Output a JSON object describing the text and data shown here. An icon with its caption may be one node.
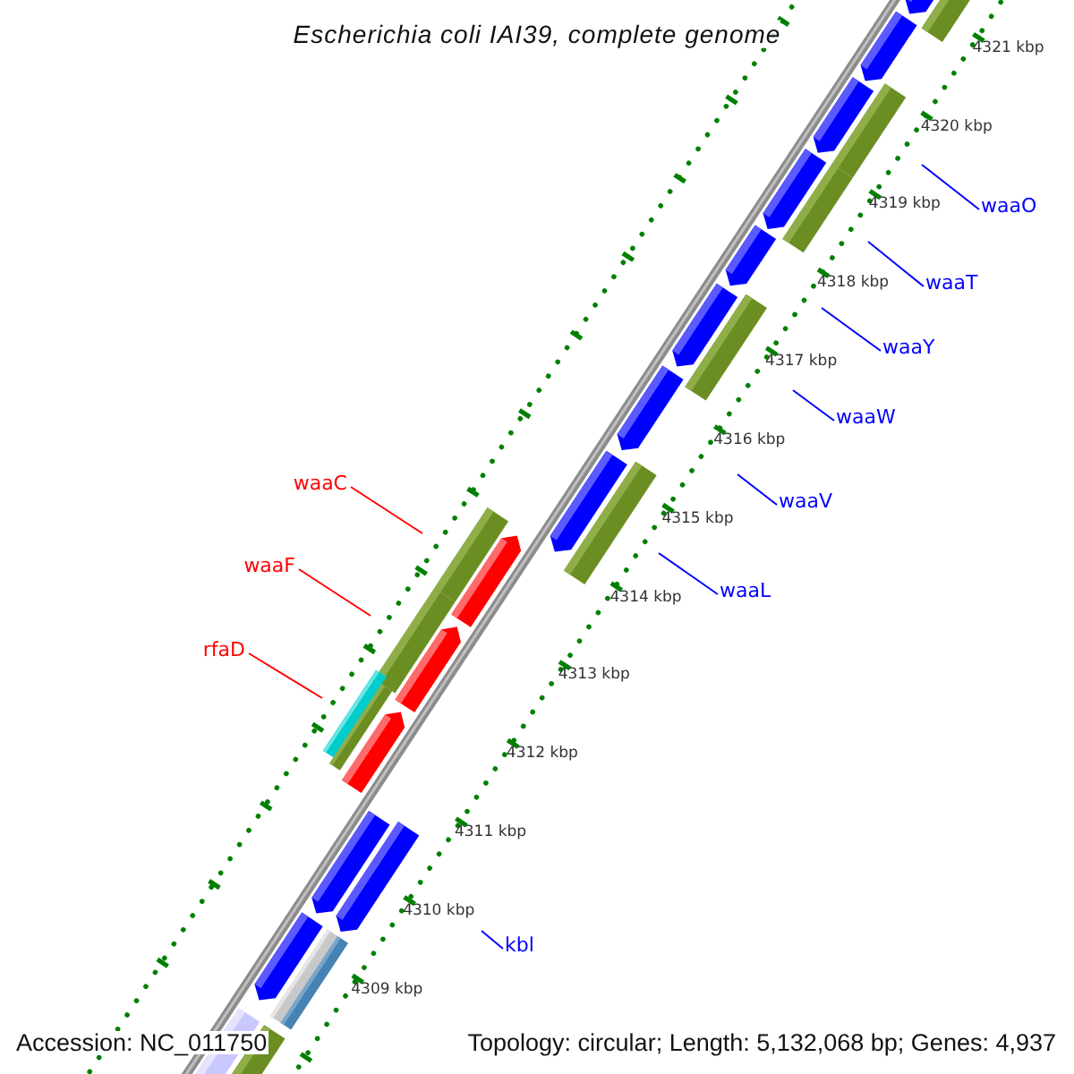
{
  "diagram": {
    "title": "Escherichia coli IAI39, complete genome",
    "nodes": [
      {
        "text": [
          "waaO"
        ]
      },
      {
        "text": [
          "waaT"
        ]
      },
      {
        "text": [
          "waaY"
        ]
      },
      {
        "text": [
          "waaW"
        ]
      },
      {
        "text": [
          "waaC"
        ]
      },
      {
        "text": [
          "waaV"
        ]
      },
      {
        "text": [
          "waaF"
        ]
      },
      {
        "text": [
          "waaL"
        ]
      },
      {
        "text": [
          "rfaD"
        ]
      },
      {
        "text": [
          "kbl"
        ]
      }
    ],
    "edges": [
      {
        "from": 0,
        "to": null,
        "arrow": "none"
      },
      {
        "from": 1,
        "to": null,
        "arrow": "none"
      },
      {
        "from": 2,
        "to": null,
        "arrow": "none"
      },
      {
        "from": 3,
        "to": null,
        "arrow": "none"
      },
      {
        "from": 4,
        "to": null,
        "arrow": "none",
        "color": "#ff0000"
      },
      {
        "from": 5,
        "to": null,
        "arrow": "none"
      },
      {
        "from": 6,
        "to": null,
        "arrow": "none",
        "color": "#ff0000"
      },
      {
        "from": 7,
        "to": null,
        "arrow": "none"
      },
      {
        "from": 8,
        "to": null,
        "arrow": "none",
        "color": "#ff0000"
      },
      {
        "from": 9,
        "to": null,
        "arrow": "none"
      }
    ],
    "labels": [
      "4321 kbp",
      "4320 kbp",
      "4319 kbp",
      "4318 kbp",
      "4317 kbp",
      "4316 kbp",
      "4315 kbp",
      "4314 kbp",
      "4313 kbp",
      "4312 kbp",
      "4311 kbp",
      "4310 kbp",
      "4309 kbp",
      "Accession: NC_011750",
      "Topology: circular; Length: 5,132,068 bp; Genes: 4,937"
    ]
  }
}
